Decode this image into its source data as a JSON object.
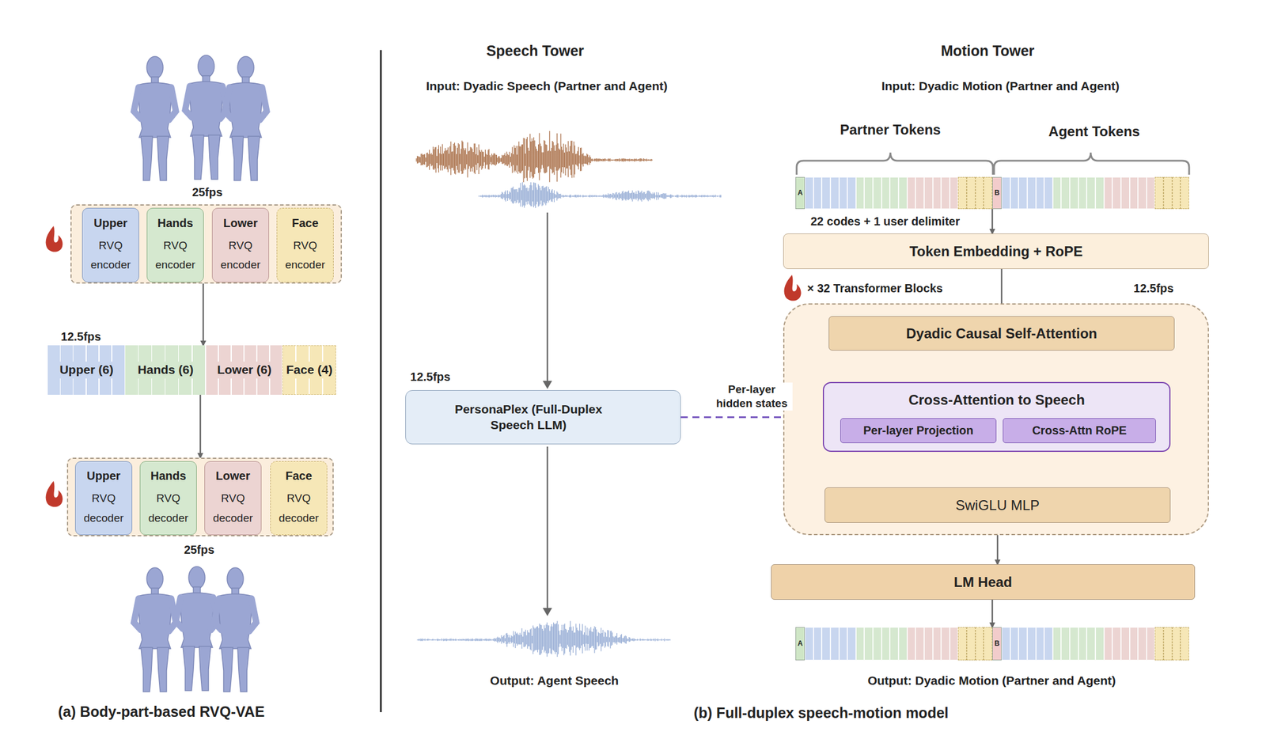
{
  "diagram": {
    "nodes": [
      {
        "text": []
      },
      {
        "text": [
          "Upper",
          "RVQ encoder"
        ],
        "in": 0
      },
      {
        "text": [
          "Hands",
          "RVQ encoder"
        ],
        "in": 0
      },
      {
        "text": [
          "Lower",
          "RVQ encoder"
        ],
        "in": 0
      },
      {
        "text": [
          "Face",
          "RVQ encoder"
        ],
        "in": 0
      },
      {
        "text": [
          "Upper (6)",
          "Hands (6)",
          "Lower (6)",
          "Face (4)"
        ]
      },
      {
        "text": []
      },
      {
        "text": [
          "Upper",
          "RVQ decoder"
        ],
        "in": 6
      },
      {
        "text": [
          "Hands",
          "RVQ decoder"
        ],
        "in": 6
      },
      {
        "text": [
          "Lower",
          "RVQ decoder"
        ],
        "in": 6
      },
      {
        "text": [
          "Face",
          "RVQ decoder"
        ],
        "in": 6
      },
      {
        "text": [
          "PersonaPlex (Full-Duplex Speech LLM)"
        ]
      },
      {
        "text": [
          "A",
          "B"
        ]
      },
      {
        "text": [
          "Token Embedding + RoPE"
        ]
      },
      {
        "text": []
      },
      {
        "text": [
          "Dyadic Causal Self-Attention"
        ],
        "in": 14
      },
      {
        "text": [
          "Cross-Attention to Speech"
        ],
        "in": 14
      },
      {
        "text": [
          "Per-layer Projection"
        ],
        "in": 16
      },
      {
        "text": [
          "Cross-Attn RoPE"
        ],
        "in": 16
      },
      {
        "text": [
          "SwiGLU MLP"
        ],
        "in": 14
      },
      {
        "text": [
          "LM Head"
        ]
      },
      {
        "text": [
          "A",
          "B"
        ]
      }
    ],
    "edges": [
      {
        "from": 0,
        "to": 5,
        "arrow": "to"
      },
      {
        "from": 5,
        "to": 6,
        "arrow": "to"
      },
      {
        "from": 12,
        "to": 13,
        "arrow": "to"
      },
      {
        "from": 13,
        "to": 15,
        "arrow": "to"
      },
      {
        "from": 15,
        "to": 16,
        "arrow": "to"
      },
      {
        "from": 16,
        "to": 19,
        "arrow": "to"
      },
      {
        "from": 19,
        "to": 20,
        "arrow": "to"
      },
      {
        "from": 20,
        "to": 21,
        "arrow": "to"
      },
      {
        "from": 11,
        "to": 16,
        "label": "Per-layer hidden states",
        "arrow": "to"
      }
    ],
    "labels": [
      "25fps",
      "12.5fps",
      "25fps",
      "(a) Body-part-based RVQ-VAE",
      "Speech Tower",
      "Input: Dyadic Speech (Partner and Agent)",
      "12.5fps",
      "Output: Agent Speech",
      "Motion Tower",
      "Input: Dyadic Motion (Partner and Agent)",
      "Partner Tokens",
      "Agent Tokens",
      "22 codes + 1 user delimiter",
      "× 32 Transformer Blocks",
      "12.5fps",
      "Output: Dyadic Motion (Partner and Agent)",
      "(b) Full-duplex speech-motion model"
    ]
  }
}
